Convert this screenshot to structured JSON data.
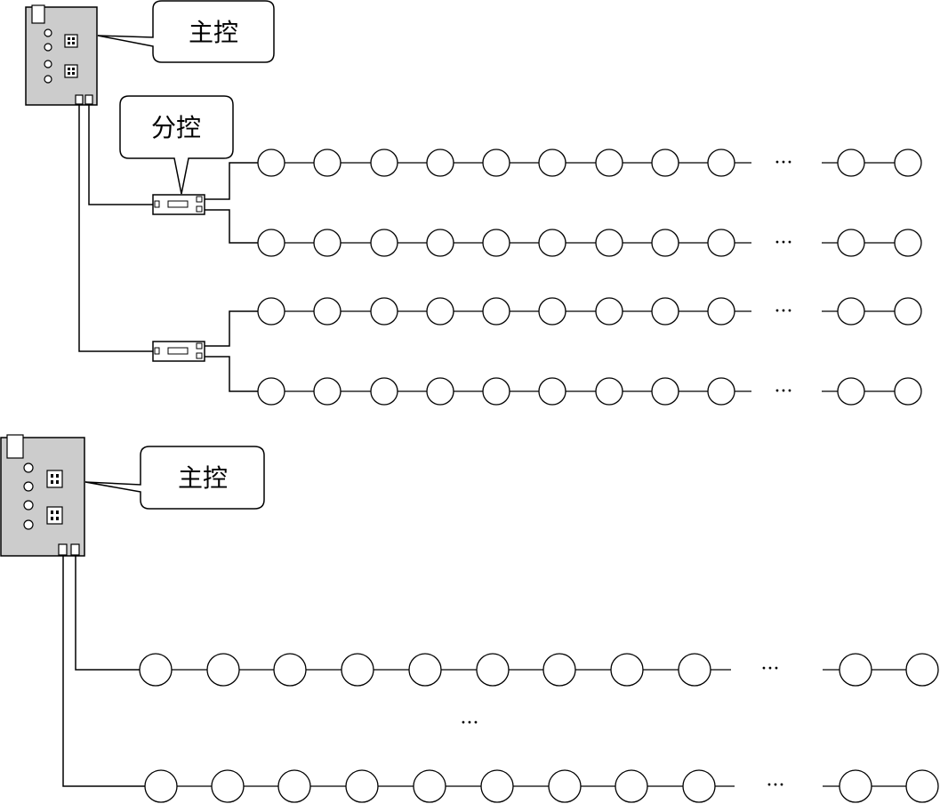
{
  "diagram": {
    "top": {
      "master_label": "主控",
      "sub_label": "分控",
      "ellipsis": "···"
    },
    "bottom": {
      "master_label": "主控",
      "ellipsis": "···",
      "vertical_ellipsis": "···"
    }
  },
  "colors": {
    "board_fill": "#cccccc",
    "stroke": "#000000",
    "background": "#ffffff"
  }
}
